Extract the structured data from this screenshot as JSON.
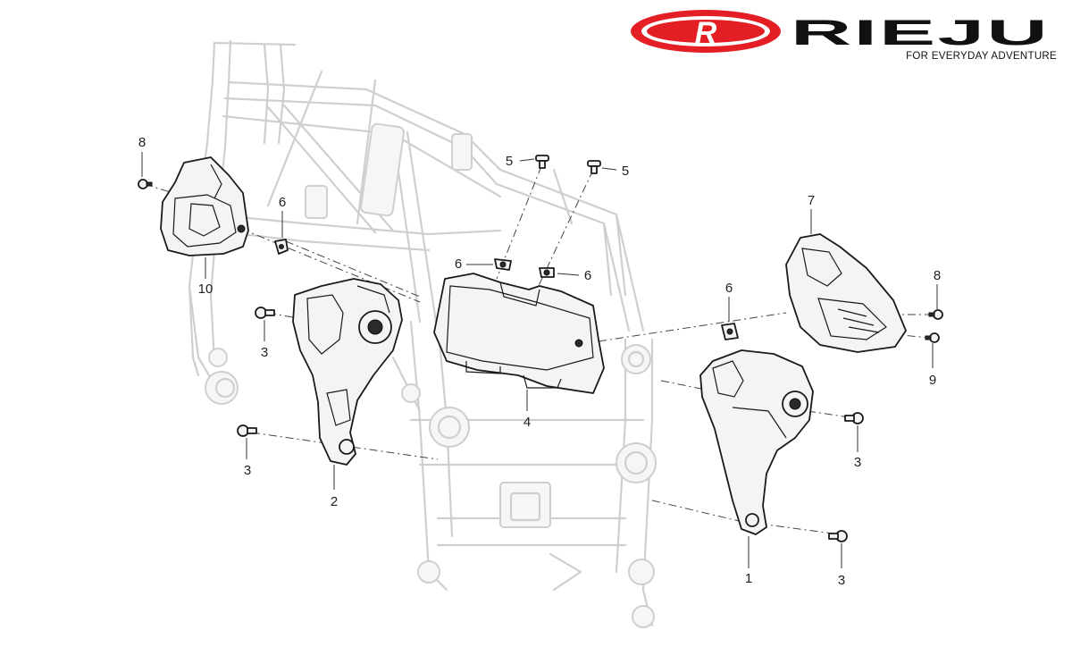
{
  "brand": {
    "name": "RIEJU",
    "emblem_letter": "R",
    "tagline": "FOR EVERYDAY ADVENTURE",
    "accent_color": "#e31e24"
  },
  "callouts": {
    "c1": "1",
    "c2": "2",
    "c3a": "3",
    "c3b": "3",
    "c3c": "3",
    "c3d": "3",
    "c4": "4",
    "c5a": "5",
    "c5b": "5",
    "c6a": "6",
    "c6b": "6",
    "c6c": "6",
    "c6d": "6",
    "c7": "7",
    "c8a": "8",
    "c8b": "8",
    "c9": "9",
    "c10": "10"
  }
}
